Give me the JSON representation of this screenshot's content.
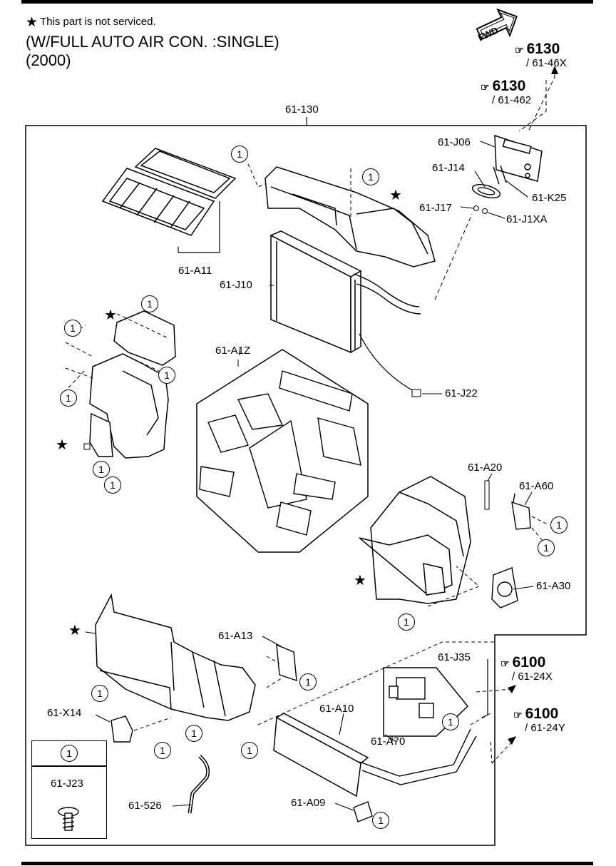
{
  "header": {
    "note_symbol": "★",
    "note_text": "This part is not serviced.",
    "title_line1": "(W/FULL AUTO AIR CON. :SINGLE)",
    "title_line2": "(2000)"
  },
  "fwd_label": "FWD",
  "refs": [
    {
      "main": "6130",
      "sub": "/ 61-46X"
    },
    {
      "main": "6130",
      "sub": "/ 61-462"
    },
    {
      "main": "6100",
      "sub": "/ 61-24X"
    },
    {
      "main": "6100",
      "sub": "/ 61-24Y"
    }
  ],
  "parts": {
    "p61_130": "61-130",
    "p61_J06": "61-J06",
    "p61_J14": "61-J14",
    "p61_K25": "61-K25",
    "p61_J17": "61-J17",
    "p61_J1XA": "61-J1XA",
    "p61_A11": "61-A11",
    "p61_J10": "61-J10",
    "p61_A1Z": "61-A1Z",
    "p61_J22": "61-J22",
    "p61_A20": "61-A20",
    "p61_A60": "61-A60",
    "p61_A30": "61-A30",
    "p61_A13": "61-A13",
    "p61_J35": "61-J35",
    "p61_A10": "61-A10",
    "p61_X14": "61-X14",
    "p61_A70": "61-A70",
    "p61_A09": "61-A09",
    "p61_526": "61-526"
  },
  "callout": "1",
  "star": "★",
  "legend": {
    "callout": "1",
    "part": "61-J23"
  }
}
